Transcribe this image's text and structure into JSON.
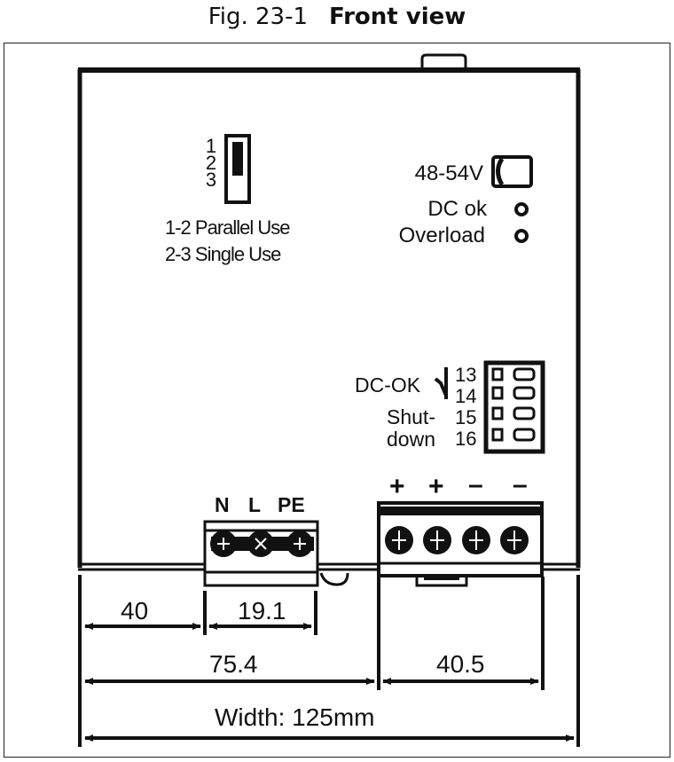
{
  "caption": {
    "figure_number": "Fig. 23-1",
    "title": "Front view"
  },
  "jumper": {
    "pins": [
      "1",
      "2",
      "3"
    ],
    "labels": [
      "1-2 Parallel Use",
      "2-3 Single Use"
    ]
  },
  "indicators": {
    "voltage_label": "48-54V",
    "dc_ok_label": "DC ok",
    "overload_label": "Overload"
  },
  "signal_connector": {
    "dc_ok_label": "DC-OK",
    "shutdown_label_line1": "Shut-",
    "shutdown_label_line2": "down",
    "pins": [
      "13",
      "14",
      "15",
      "16"
    ]
  },
  "input_terminal": {
    "labels": [
      "N",
      "L",
      "PE"
    ]
  },
  "output_terminal": {
    "labels": [
      "+",
      "+",
      "–",
      "–"
    ]
  },
  "dimensions": {
    "d1": "40",
    "d2": "19.1",
    "d3": "75.4",
    "d4": "40.5",
    "total": "Width: 125mm"
  }
}
